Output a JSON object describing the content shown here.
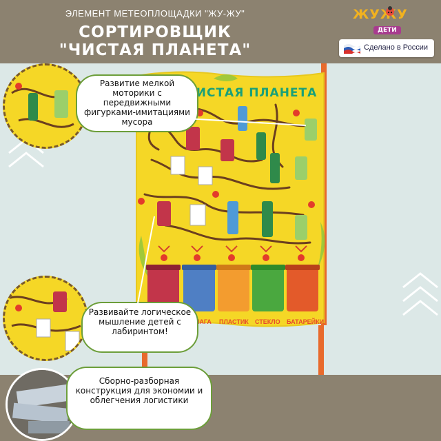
{
  "header": {
    "subtitle": "ЭЛЕМЕНТ МЕТЕОПЛОЩАДКИ \"ЖУ-ЖУ\"",
    "title_line1": "СОРТИРОВЩИК",
    "title_line2": "\"ЧИСТАЯ ПЛАНЕТА\""
  },
  "logo": {
    "word": "ЖУЖУ",
    "sub": "ДЕТИ"
  },
  "badge": {
    "text": "Сделано в России"
  },
  "board": {
    "title": "ЧИСТАЯ ПЛАНЕТА",
    "bins": [
      {
        "label": "",
        "color": "#c2354a"
      },
      {
        "label": "БУМАГА",
        "color": "#4f7fc4"
      },
      {
        "label": "ПЛАСТИК",
        "color": "#f39c2f"
      },
      {
        "label": "СТЕКЛО",
        "color": "#4aa83f"
      },
      {
        "label": "БАТАРЕЙКИ",
        "color": "#e35a2a"
      }
    ]
  },
  "callouts": {
    "motor": "Развитие мелкой моторики с передвижными фигурками-имитациями мусора",
    "logic": "Развивайте логическое мышление детей с лабиринтом!",
    "assembly": "Сборно-разборная конструкция для экономии и облегчения логистики"
  },
  "colors": {
    "header_bg": "#8c8270",
    "board_yellow": "#f5d726",
    "accent_green": "#19a079"
  }
}
